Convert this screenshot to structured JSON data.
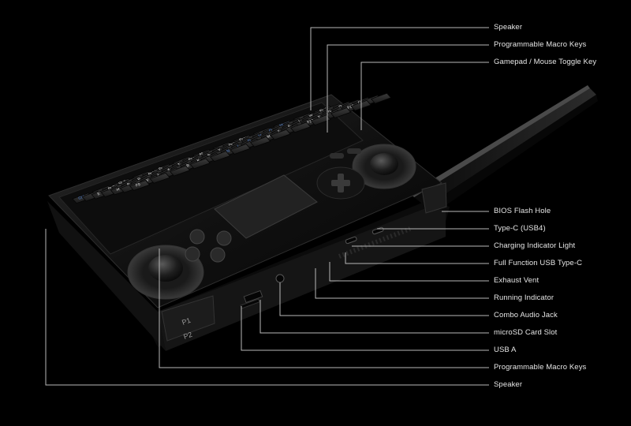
{
  "colors": {
    "background": "#000000",
    "label_text": "#e6e6e6",
    "leader_line": "#b8b8b8",
    "device_body": "#141414",
    "key_cap": "#2a2a2a",
    "key_legend": "#d8d8d8",
    "key_legend_blue": "#4a7fd4"
  },
  "callouts": [
    {
      "id": "speaker-top",
      "label": "Speaker"
    },
    {
      "id": "macro-keys-top",
      "label": "Programmable Macro Keys"
    },
    {
      "id": "gamepad-mouse-toggle",
      "label": "Gamepad / Mouse Toggle Key"
    },
    {
      "id": "bios-flash-hole",
      "label": "BIOS Flash Hole"
    },
    {
      "id": "type-c-usb4",
      "label": "Type-C (USB4)"
    },
    {
      "id": "charging-light",
      "label": "Charging Indicator Light"
    },
    {
      "id": "full-usb-c",
      "label": "Full Function USB Type-C"
    },
    {
      "id": "exhaust-vent",
      "label": "Exhaust Vent"
    },
    {
      "id": "running-indicator",
      "label": "Running Indicator"
    },
    {
      "id": "combo-audio",
      "label": "Combo Audio Jack"
    },
    {
      "id": "microsd",
      "label": "microSD Card Slot"
    },
    {
      "id": "usb-a",
      "label": "USB A"
    },
    {
      "id": "macro-keys-bottom",
      "label": "Programmable Macro Keys"
    },
    {
      "id": "speaker-bottom",
      "label": "Speaker"
    }
  ],
  "device": {
    "key_legends": [
      "Ctrl",
      "Shift",
      "Fn",
      "Alt",
      "Enter",
      "Home",
      "End",
      "PgDn",
      "PgUp",
      "Esc",
      "Del",
      "Q",
      "W",
      "E",
      "R",
      "T",
      "Y",
      "U",
      "I",
      "O",
      "P",
      "A",
      "S",
      "D",
      "F",
      "G",
      "H",
      "J",
      "K",
      "L",
      "Z",
      "X",
      "C",
      "V",
      "B",
      "N",
      "M",
      "F12",
      "F10",
      "F9"
    ],
    "shoulder_labels": [
      "P1",
      "P2"
    ]
  }
}
